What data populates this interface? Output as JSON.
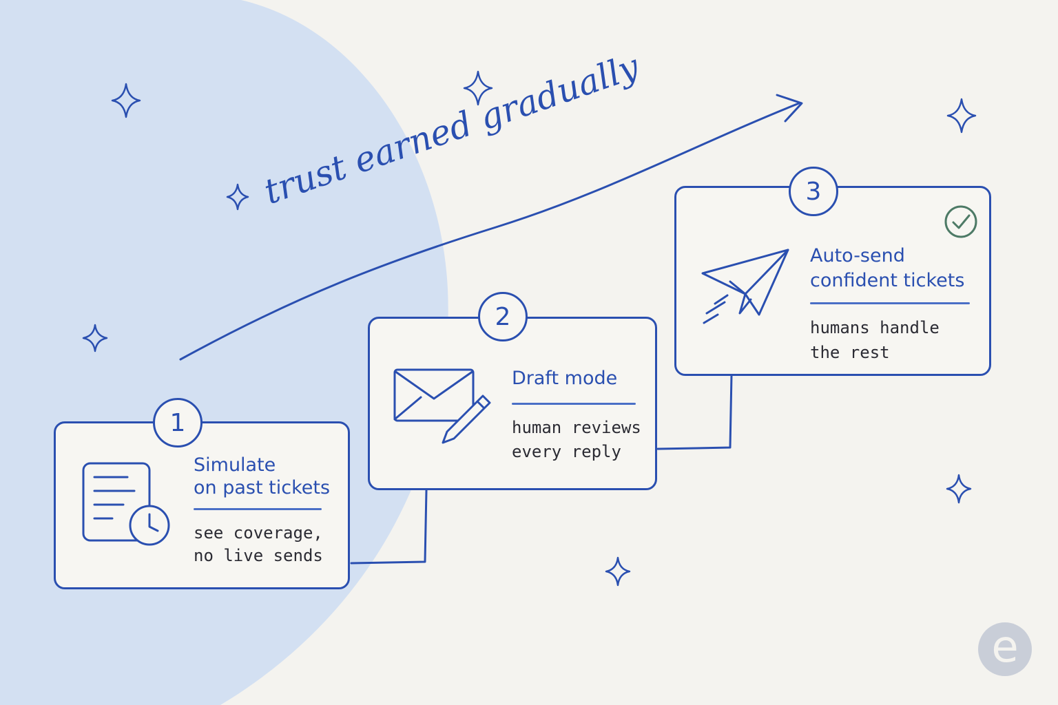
{
  "tagline": "trust earned gradually",
  "steps": [
    {
      "number": "1",
      "title_line1": "Simulate",
      "title_line2": "on past tickets",
      "desc_line1": "see coverage,",
      "desc_line2": "no live sends",
      "icon": "document-clock-icon"
    },
    {
      "number": "2",
      "title_line1": "Draft mode",
      "desc_line1": "human reviews",
      "desc_line2": "every reply",
      "icon": "envelope-pencil-icon"
    },
    {
      "number": "3",
      "title_line1": "Auto-send",
      "title_line2": "confident tickets",
      "desc_line1": "humans handle",
      "desc_line2": "the rest",
      "icon": "paper-plane-icon",
      "badge_icon": "check-circle-icon"
    }
  ],
  "logo": {
    "letter": "e",
    "icon": "brand-logo"
  },
  "colors": {
    "background": "#f4f3ef",
    "blob": "#d3e0f2",
    "ink": "#2a4fb0",
    "text": "#2b2b33",
    "check": "#4d7a66",
    "logo": "#c9ced8"
  }
}
